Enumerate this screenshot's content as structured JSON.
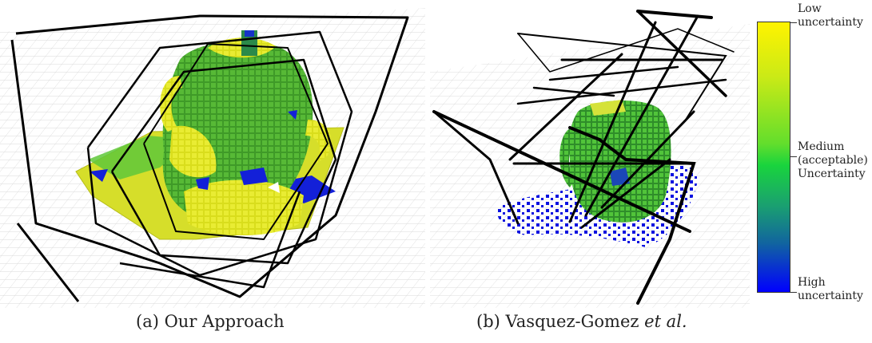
{
  "figure": {
    "panel_a": {
      "caption_prefix": "(a)",
      "caption_text": "Our Approach"
    },
    "panel_b": {
      "caption_prefix": "(b)",
      "caption_text": "Vasquez-Gomez",
      "caption_suffix": "et al."
    }
  },
  "colorbar": {
    "gradient_colors": [
      "#fff300",
      "#63de2c",
      "#19d43d",
      "#1164a0",
      "#0000ff"
    ],
    "low_line1": "Low",
    "low_line2": "uncertainty",
    "medium_line1": "Medium",
    "medium_line2": "(acceptable)",
    "medium_line3": "Uncertainty",
    "high_line1": "High",
    "high_line2": "uncertainty"
  },
  "colors": {
    "low": "#e8ea1a",
    "medium": "#34c23a",
    "high": "#0a14e0",
    "trajectory": "#000000",
    "grid": "#d7d7d7"
  }
}
